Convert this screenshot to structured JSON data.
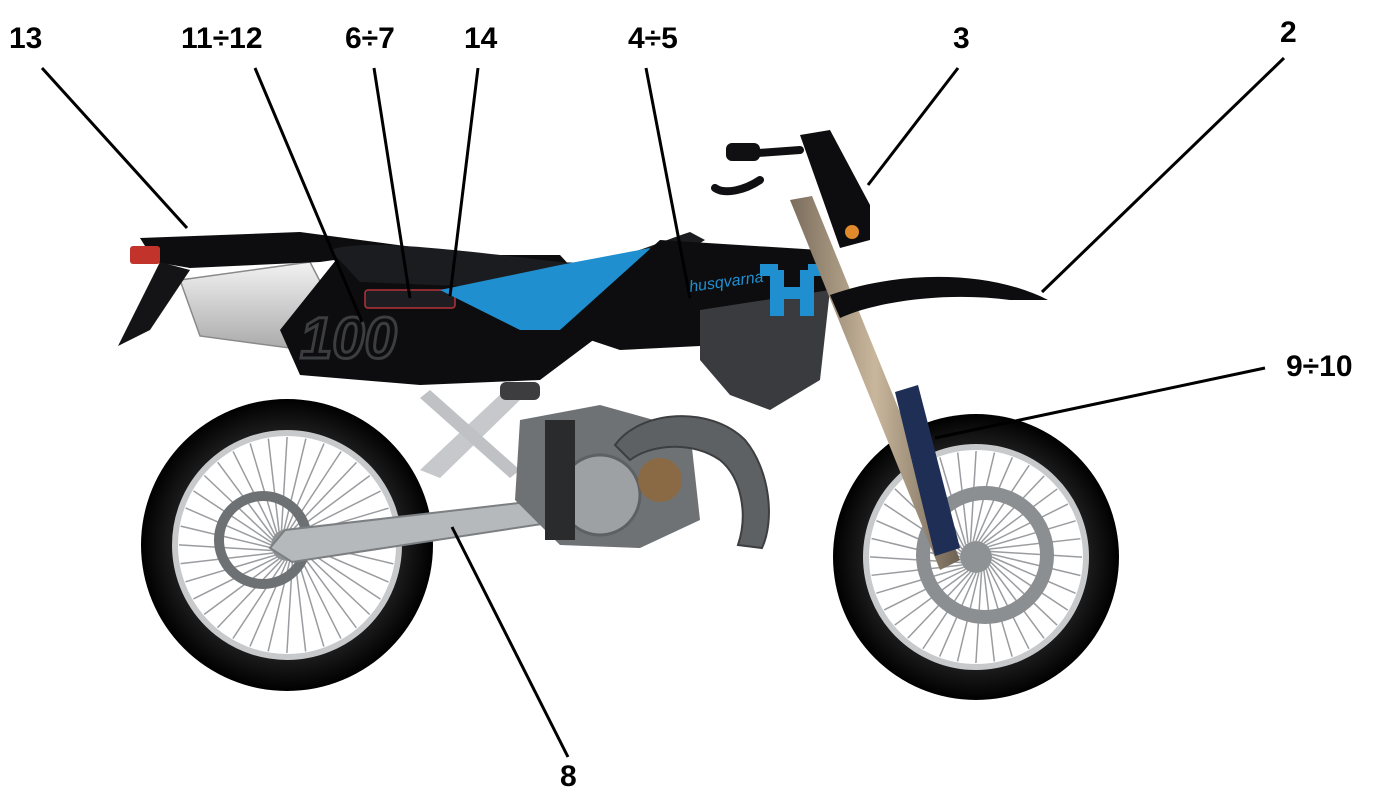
{
  "figure": {
    "subject": "motorcycle-side-view",
    "colors": {
      "background": "#ffffff",
      "body": "#0d0d0f",
      "accent": "#1f8fd0",
      "frame": "#b9bcc0",
      "engine": "#8a8d90",
      "exhaust": "#5a5d60",
      "chrome": "#d9dcdf",
      "seat": "#1b1c1f"
    }
  },
  "callouts": {
    "c13": "13",
    "c11_12": "11÷12",
    "c6_7": "6÷7",
    "c14": "14",
    "c4_5": "4÷5",
    "c3": "3",
    "c2": "2",
    "c9_10": "9÷10",
    "c8": "8"
  }
}
